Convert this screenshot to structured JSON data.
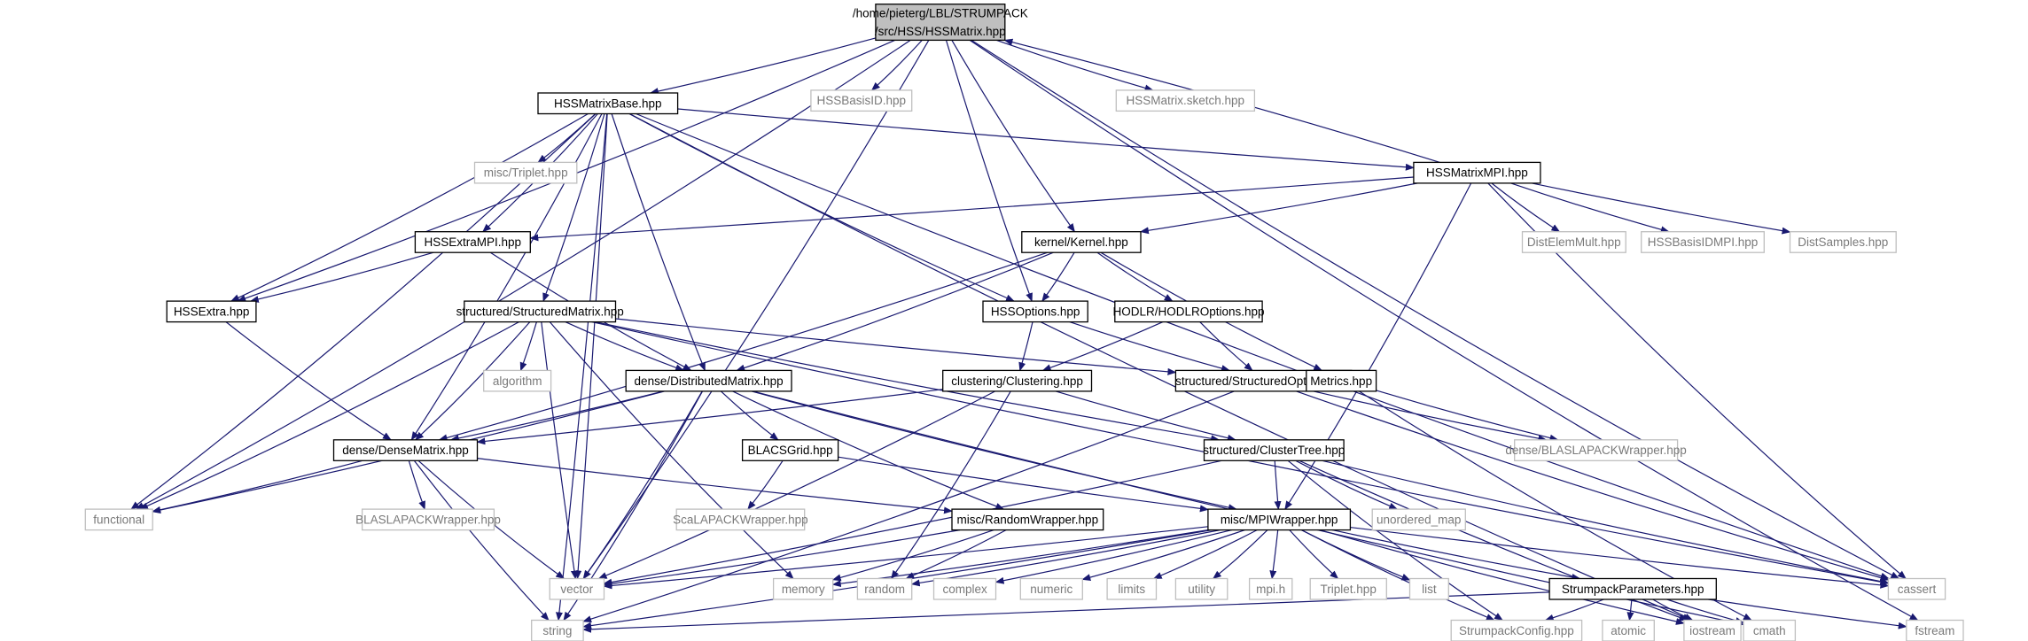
{
  "colors": {
    "edge": "#191970",
    "root_fill": "#bfbfbf",
    "external_border": "#bfbfbf",
    "external_text": "#7a7a7a"
  },
  "nodes": [
    {
      "id": "root",
      "lines": [
        "/home/pieterg/LBL/STRUMPACK",
        "/src/HSS/HSSMatrix.hpp"
      ],
      "kind": "root"
    },
    {
      "id": "basisid",
      "lines": [
        "HSSBasisID.hpp"
      ],
      "kind": "external"
    },
    {
      "id": "sketch",
      "lines": [
        "HSSMatrix.sketch.hpp"
      ],
      "kind": "external"
    },
    {
      "id": "base",
      "lines": [
        "HSSMatrixBase.hpp"
      ],
      "kind": "primary"
    },
    {
      "id": "triplet_misc",
      "lines": [
        "misc/Triplet.hpp"
      ],
      "kind": "external"
    },
    {
      "id": "mpi",
      "lines": [
        "HSSMatrixMPI.hpp"
      ],
      "kind": "primary"
    },
    {
      "id": "distelem",
      "lines": [
        "DistElemMult.hpp"
      ],
      "kind": "external"
    },
    {
      "id": "basisidmpi",
      "lines": [
        "HSSBasisIDMPI.hpp"
      ],
      "kind": "external"
    },
    {
      "id": "distsamples",
      "lines": [
        "DistSamples.hpp"
      ],
      "kind": "external"
    },
    {
      "id": "extrampi",
      "lines": [
        "HSSExtraMPI.hpp"
      ],
      "kind": "primary"
    },
    {
      "id": "kernel",
      "lines": [
        "kernel/Kernel.hpp"
      ],
      "kind": "primary"
    },
    {
      "id": "extra",
      "lines": [
        "HSSExtra.hpp"
      ],
      "kind": "primary"
    },
    {
      "id": "structmat",
      "lines": [
        "structured/StructuredMatrix.hpp"
      ],
      "kind": "primary"
    },
    {
      "id": "hssopt",
      "lines": [
        "HSSOptions.hpp"
      ],
      "kind": "primary"
    },
    {
      "id": "hodlropt",
      "lines": [
        "HODLR/HODLROptions.hpp"
      ],
      "kind": "primary"
    },
    {
      "id": "algorithm",
      "lines": [
        "algorithm"
      ],
      "kind": "external"
    },
    {
      "id": "distmat",
      "lines": [
        "dense/DistributedMatrix.hpp"
      ],
      "kind": "primary"
    },
    {
      "id": "clustering",
      "lines": [
        "clustering/Clustering.hpp"
      ],
      "kind": "primary"
    },
    {
      "id": "structopt",
      "lines": [
        "structured/StructuredOptions.hpp"
      ],
      "kind": "primary"
    },
    {
      "id": "metrics",
      "lines": [
        "Metrics.hpp"
      ],
      "kind": "primary"
    },
    {
      "id": "densemat",
      "lines": [
        "dense/DenseMatrix.hpp"
      ],
      "kind": "primary"
    },
    {
      "id": "blacs",
      "lines": [
        "BLACSGrid.hpp"
      ],
      "kind": "primary"
    },
    {
      "id": "clustertree",
      "lines": [
        "structured/ClusterTree.hpp"
      ],
      "kind": "primary"
    },
    {
      "id": "blaswrapdense",
      "lines": [
        "dense/BLASLAPACKWrapper.hpp"
      ],
      "kind": "external"
    },
    {
      "id": "functional",
      "lines": [
        "functional"
      ],
      "kind": "external"
    },
    {
      "id": "blaswrap",
      "lines": [
        "BLASLAPACKWrapper.hpp"
      ],
      "kind": "external"
    },
    {
      "id": "scalapack",
      "lines": [
        "ScaLAPACKWrapper.hpp"
      ],
      "kind": "external"
    },
    {
      "id": "random_wrap",
      "lines": [
        "misc/RandomWrapper.hpp"
      ],
      "kind": "primary"
    },
    {
      "id": "mpiwrap",
      "lines": [
        "misc/MPIWrapper.hpp"
      ],
      "kind": "primary"
    },
    {
      "id": "unordered",
      "lines": [
        "unordered_map"
      ],
      "kind": "external"
    },
    {
      "id": "vector",
      "lines": [
        "vector"
      ],
      "kind": "external"
    },
    {
      "id": "memory",
      "lines": [
        "memory"
      ],
      "kind": "external"
    },
    {
      "id": "random",
      "lines": [
        "random"
      ],
      "kind": "external"
    },
    {
      "id": "complex",
      "lines": [
        "complex"
      ],
      "kind": "external"
    },
    {
      "id": "numeric",
      "lines": [
        "numeric"
      ],
      "kind": "external"
    },
    {
      "id": "limits",
      "lines": [
        "limits"
      ],
      "kind": "external"
    },
    {
      "id": "utility",
      "lines": [
        "utility"
      ],
      "kind": "external"
    },
    {
      "id": "mpih",
      "lines": [
        "mpi.h"
      ],
      "kind": "external"
    },
    {
      "id": "triplet",
      "lines": [
        "Triplet.hpp"
      ],
      "kind": "external"
    },
    {
      "id": "list",
      "lines": [
        "list"
      ],
      "kind": "external"
    },
    {
      "id": "params",
      "lines": [
        "StrumpackParameters.hpp"
      ],
      "kind": "primary"
    },
    {
      "id": "cassert",
      "lines": [
        "cassert"
      ],
      "kind": "external"
    },
    {
      "id": "string",
      "lines": [
        "string"
      ],
      "kind": "external"
    },
    {
      "id": "config",
      "lines": [
        "StrumpackConfig.hpp"
      ],
      "kind": "external"
    },
    {
      "id": "atomic",
      "lines": [
        "atomic"
      ],
      "kind": "external"
    },
    {
      "id": "iostream",
      "lines": [
        "iostream"
      ],
      "kind": "external"
    },
    {
      "id": "cmath",
      "lines": [
        "cmath"
      ],
      "kind": "external"
    },
    {
      "id": "fstream",
      "lines": [
        "fstream"
      ],
      "kind": "external"
    }
  ],
  "edges": [
    [
      "root",
      "basisid"
    ],
    [
      "root",
      "sketch"
    ],
    [
      "root",
      "base"
    ],
    [
      "root",
      "functional"
    ],
    [
      "root",
      "extra"
    ],
    [
      "root",
      "hssopt"
    ],
    [
      "root",
      "kernel"
    ],
    [
      "root",
      "vector"
    ],
    [
      "root",
      "cassert"
    ],
    [
      "root",
      "fstream"
    ],
    [
      "mpi",
      "root"
    ],
    [
      "base",
      "triplet_misc"
    ],
    [
      "base",
      "mpi"
    ],
    [
      "base",
      "extrampi"
    ],
    [
      "base",
      "extra"
    ],
    [
      "base",
      "structmat"
    ],
    [
      "base",
      "hssopt"
    ],
    [
      "base",
      "distmat"
    ],
    [
      "base",
      "densemat"
    ],
    [
      "base",
      "functional"
    ],
    [
      "base",
      "vector"
    ],
    [
      "base",
      "string"
    ],
    [
      "base",
      "cassert"
    ],
    [
      "base",
      "iostream"
    ],
    [
      "mpi",
      "distelem"
    ],
    [
      "mpi",
      "basisidmpi"
    ],
    [
      "mpi",
      "distsamples"
    ],
    [
      "mpi",
      "extrampi"
    ],
    [
      "mpi",
      "kernel"
    ],
    [
      "mpi",
      "mpiwrap"
    ],
    [
      "mpi",
      "cassert"
    ],
    [
      "extrampi",
      "extra"
    ],
    [
      "extrampi",
      "distmat"
    ],
    [
      "extra",
      "densemat"
    ],
    [
      "kernel",
      "hssopt"
    ],
    [
      "kernel",
      "hodlropt"
    ],
    [
      "kernel",
      "metrics"
    ],
    [
      "kernel",
      "densemat"
    ],
    [
      "kernel",
      "distmat"
    ],
    [
      "structmat",
      "algorithm"
    ],
    [
      "structmat",
      "distmat"
    ],
    [
      "structmat",
      "densemat"
    ],
    [
      "structmat",
      "structopt"
    ],
    [
      "structmat",
      "clustertree"
    ],
    [
      "structmat",
      "vector"
    ],
    [
      "structmat",
      "functional"
    ],
    [
      "structmat",
      "memory"
    ],
    [
      "structmat",
      "cassert"
    ],
    [
      "hssopt",
      "clustering"
    ],
    [
      "hssopt",
      "structopt"
    ],
    [
      "hodlropt",
      "clustering"
    ],
    [
      "hodlropt",
      "structopt"
    ],
    [
      "distmat",
      "densemat"
    ],
    [
      "distmat",
      "blacs"
    ],
    [
      "distmat",
      "random_wrap"
    ],
    [
      "distmat",
      "mpiwrap"
    ],
    [
      "distmat",
      "vector"
    ],
    [
      "distmat",
      "string"
    ],
    [
      "distmat",
      "functional"
    ],
    [
      "distmat",
      "cmath"
    ],
    [
      "clustering",
      "densemat"
    ],
    [
      "clustering",
      "clustertree"
    ],
    [
      "clustering",
      "vector"
    ],
    [
      "clustering",
      "random"
    ],
    [
      "structopt",
      "string"
    ],
    [
      "structopt",
      "blaswrapdense"
    ],
    [
      "structopt",
      "cassert"
    ],
    [
      "metrics",
      "blaswrapdense"
    ],
    [
      "metrics",
      "cmath"
    ],
    [
      "densemat",
      "functional"
    ],
    [
      "densemat",
      "blaswrap"
    ],
    [
      "densemat",
      "random_wrap"
    ],
    [
      "densemat",
      "vector"
    ],
    [
      "densemat",
      "string"
    ],
    [
      "blacs",
      "scalapack"
    ],
    [
      "blacs",
      "mpiwrap"
    ],
    [
      "clustertree",
      "mpiwrap"
    ],
    [
      "clustertree",
      "unordered"
    ],
    [
      "clustertree",
      "vector"
    ],
    [
      "clustertree",
      "iostream"
    ],
    [
      "clustertree",
      "config"
    ],
    [
      "clustertree",
      "cassert"
    ],
    [
      "random_wrap",
      "memory"
    ],
    [
      "random_wrap",
      "random"
    ],
    [
      "random_wrap",
      "vector"
    ],
    [
      "mpiwrap",
      "vector"
    ],
    [
      "mpiwrap",
      "memory"
    ],
    [
      "mpiwrap",
      "random"
    ],
    [
      "mpiwrap",
      "complex"
    ],
    [
      "mpiwrap",
      "numeric"
    ],
    [
      "mpiwrap",
      "limits"
    ],
    [
      "mpiwrap",
      "utility"
    ],
    [
      "mpiwrap",
      "mpih"
    ],
    [
      "mpiwrap",
      "triplet"
    ],
    [
      "mpiwrap",
      "list"
    ],
    [
      "mpiwrap",
      "params"
    ],
    [
      "mpiwrap",
      "cassert"
    ],
    [
      "mpiwrap",
      "string"
    ],
    [
      "mpiwrap",
      "config"
    ],
    [
      "mpiwrap",
      "iostream"
    ],
    [
      "params",
      "string"
    ],
    [
      "params",
      "config"
    ],
    [
      "params",
      "atomic"
    ],
    [
      "params",
      "iostream"
    ],
    [
      "params",
      "cmath"
    ],
    [
      "params",
      "fstream"
    ]
  ]
}
